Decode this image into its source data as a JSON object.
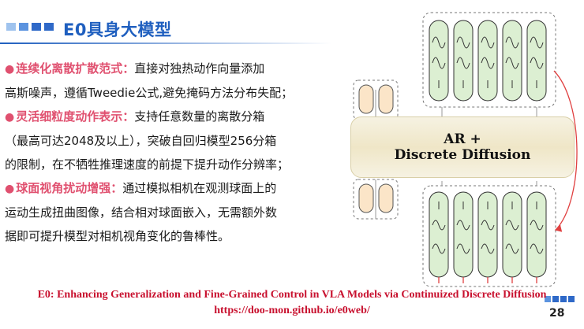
{
  "slide": {
    "title": "E0具身大模型",
    "page_number": "28"
  },
  "bullets": [
    {
      "heading": "连续化离散扩散范式：",
      "text": "直接对独热动作向量添加",
      "text2": "高斯噪声，遵循Tweedie公式,避免掩码方法分布失配；"
    },
    {
      "heading": "灵活细粒度动作表示：",
      "text": "支持任意数量的离散分箱",
      "text2": "（最高可达2048及以上），突破自回归模型256分箱",
      "text3": "的限制，在不牺牲推理速度的前提下提升动作分辨率；"
    },
    {
      "heading": "球面视角扰动增强：",
      "text": "通过模拟相机在观测球面上的",
      "text2": "运动生成扭曲图像，结合相对球面嵌入，无需额外数",
      "text3": "据即可提升模型对相机视角变化的鲁棒性。"
    }
  ],
  "diagram": {
    "line1": "AR +",
    "line2": "Discrete Diffusion"
  },
  "footer": {
    "paper_title": "E0: Enhancing Generalization and Fine-Grained Control in VLA Models via Continuized Discrete Diffusion",
    "url": "https://doo-mon.github.io/e0web/"
  },
  "colors": {
    "accent_blue": "#1f5fbf",
    "highlight_pink": "#e0506f",
    "footer_red": "#c8102e"
  }
}
